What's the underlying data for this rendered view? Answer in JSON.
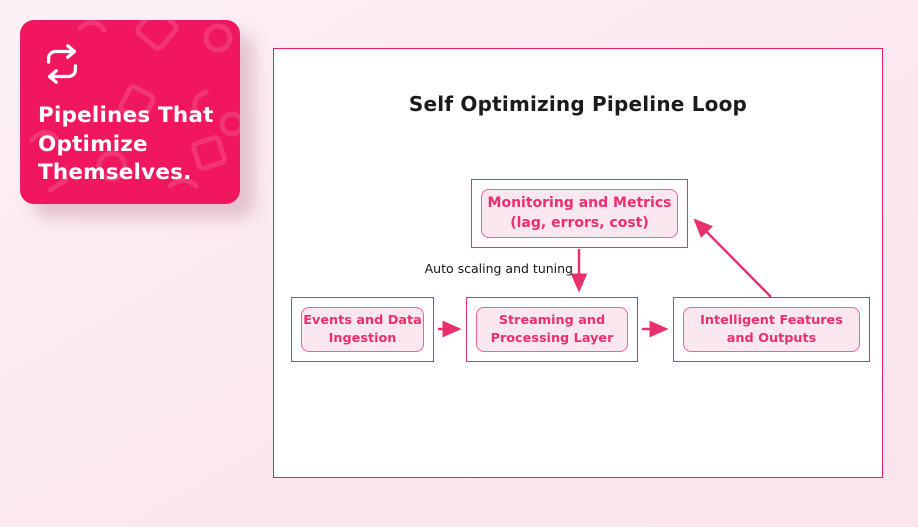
{
  "card": {
    "title": "Pipelines That Optimize Themselves.",
    "icon": "repeat-icon"
  },
  "diagram": {
    "title": "Self Optimizing Pipeline Loop",
    "nodes": {
      "monitoring": {
        "line1": "Monitoring and Metrics",
        "line2": "(lag, errors, cost)"
      },
      "events": {
        "line1": "Events and Data",
        "line2": "Ingestion"
      },
      "streaming": {
        "line1": "Streaming and",
        "line2": "Processing Layer"
      },
      "intelligent": {
        "line1": "Intelligent Features",
        "line2": "and Outputs"
      }
    },
    "edges": {
      "monitoring_to_streaming_label": "Auto scaling and tuning"
    }
  },
  "colors": {
    "accent_pink": "#E8306C",
    "card_background": "#F0175F",
    "node_fill": "#FBE7EF",
    "node_text": "#EE2F6D",
    "page_background": "#FBE9F0",
    "panel_background": "#FFFFFF",
    "title_text": "#1B1B1D"
  }
}
